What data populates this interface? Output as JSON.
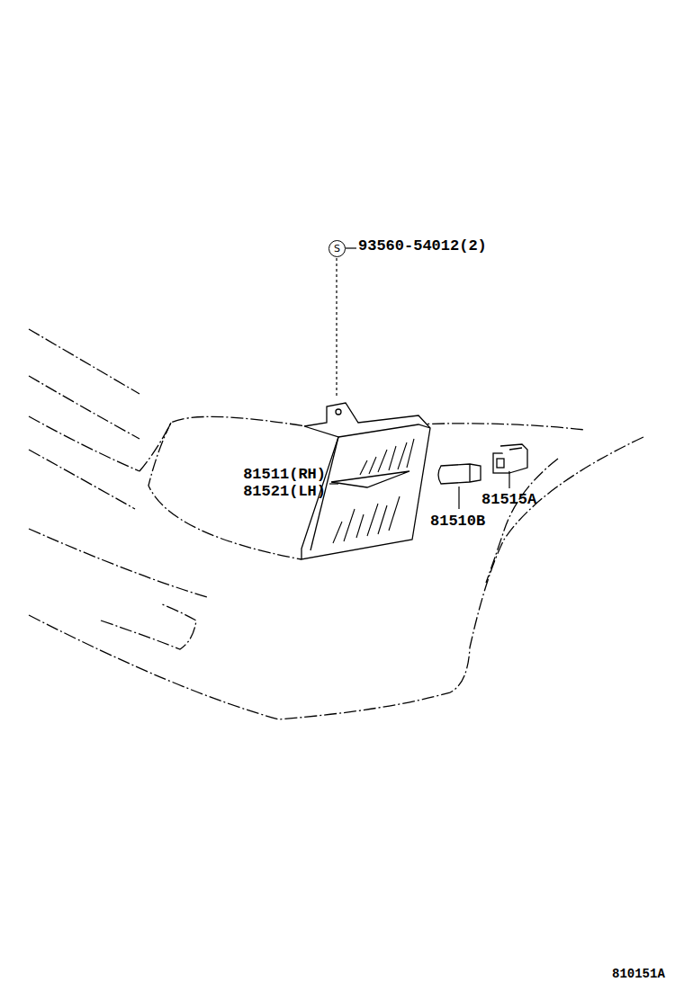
{
  "diagram": {
    "nodes": [
      {
        "text": [
          "S"
        ]
      }
    ],
    "labels": [
      "93560-54012(2)",
      "81511(RH)",
      "81521(LH)",
      "81510B",
      "81515A",
      "810151A"
    ]
  }
}
